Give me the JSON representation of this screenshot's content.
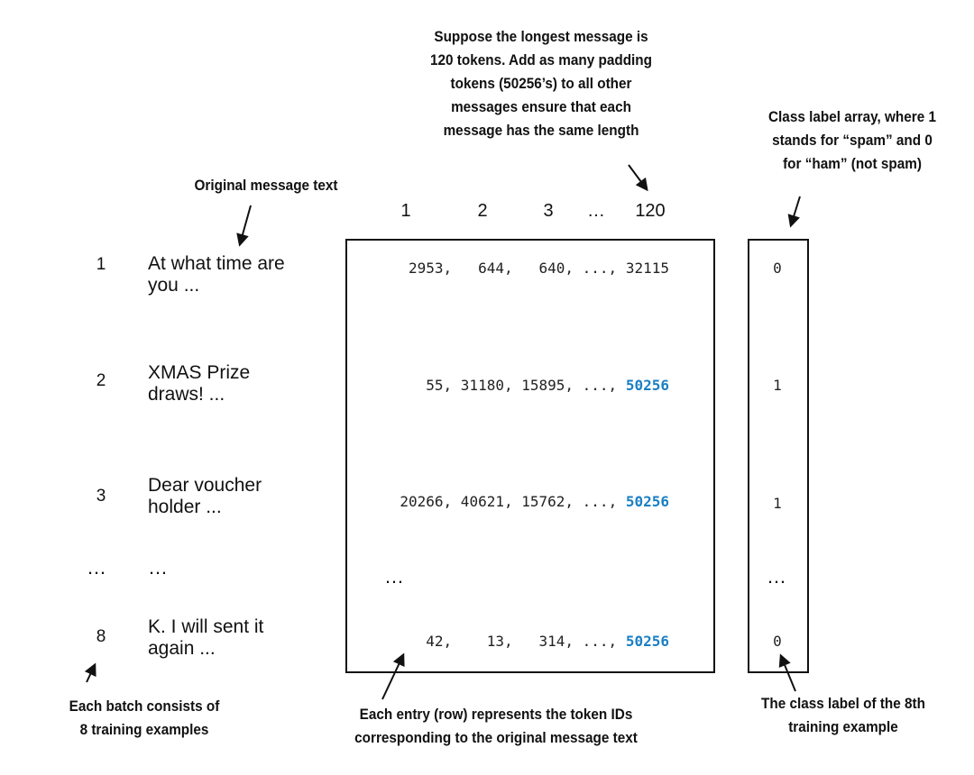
{
  "annotations": {
    "padding_note": [
      "Suppose the longest message is",
      "120 tokens. Add as many padding",
      "tokens (50256’s) to all other",
      "messages ensure that each",
      "message has the same length"
    ],
    "class_label_note": [
      "Class label array, where 1",
      "stands for “spam” and 0",
      "for “ham” (not spam)"
    ],
    "original_text_note": "Original message text",
    "batch_note": [
      "Each batch consists of",
      "8 training examples"
    ],
    "row_note": [
      "Each entry (row) represents the token IDs",
      "corresponding to the original message text"
    ],
    "last_label_note": [
      "The class label of the 8th",
      "training example"
    ]
  },
  "column_headers": [
    "1",
    "2",
    "3",
    "…",
    "120"
  ],
  "rows": [
    {
      "index": "1",
      "text": [
        "At what time are",
        "you ..."
      ],
      "tokens": "2953,   644,   640, ..., ",
      "last_token": "32115",
      "last_is_padding": false,
      "label": "0"
    },
    {
      "index": "2",
      "text": [
        "XMAS Prize",
        "draws!  ..."
      ],
      "tokens": "55, 31180, 15895, ..., ",
      "last_token": "50256",
      "last_is_padding": true,
      "label": "1"
    },
    {
      "index": "3",
      "text": [
        "Dear voucher",
        "holder ..."
      ],
      "tokens": "20266, 40621, 15762, ..., ",
      "last_token": "50256",
      "last_is_padding": true,
      "label": "1"
    },
    {
      "index": "8",
      "text": [
        "K. I will sent it",
        "again ..."
      ],
      "tokens": "42,    13,   314, ..., ",
      "last_token": "50256",
      "last_is_padding": true,
      "label": "0"
    }
  ],
  "ellipsis": {
    "index": "…",
    "text": "…",
    "tokens": "…",
    "label": "…"
  }
}
